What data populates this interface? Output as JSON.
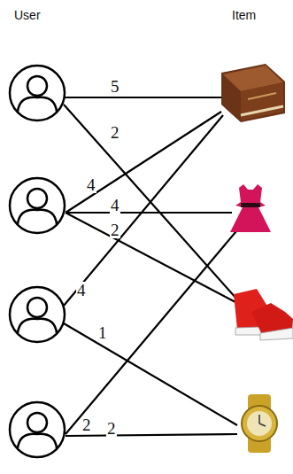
{
  "diagram": {
    "labels": [
      "User",
      "Item",
      "5",
      "2",
      "4",
      "4",
      "2",
      "4",
      "1",
      "2",
      "2"
    ]
  }
}
